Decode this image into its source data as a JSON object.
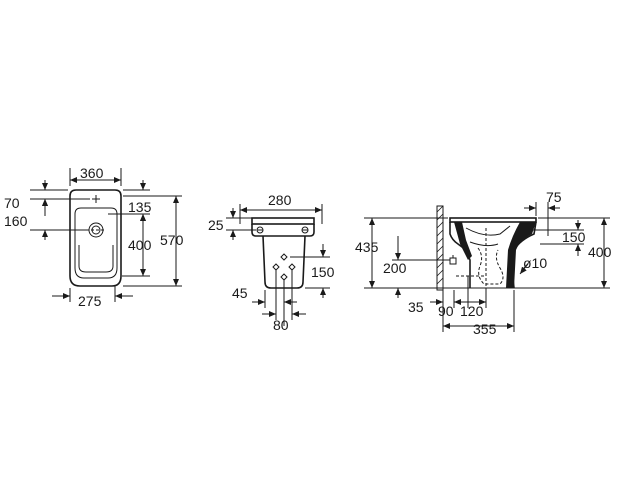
{
  "front_view": {
    "width_top": "360",
    "left_top_offset": "70",
    "left_mid_offset": "160",
    "right_top_offset": "135",
    "right_mid_height": "400",
    "total_height": "570",
    "width_bottom": "275"
  },
  "rear_view": {
    "width_top": "280",
    "top_offset": "25",
    "inlet_height": "150",
    "foot_offset": "45",
    "foot_width": "80"
  },
  "side_view": {
    "total_height": "435",
    "right_top": "75",
    "right_mid": "150",
    "right_height": "400",
    "left_height": "200",
    "diameter": "ø10",
    "bottom_35": "35",
    "bottom_90": "90",
    "bottom_120": "120",
    "bottom_355": "355"
  },
  "colors": {
    "line": "#1a1a1a",
    "background": "#ffffff"
  }
}
